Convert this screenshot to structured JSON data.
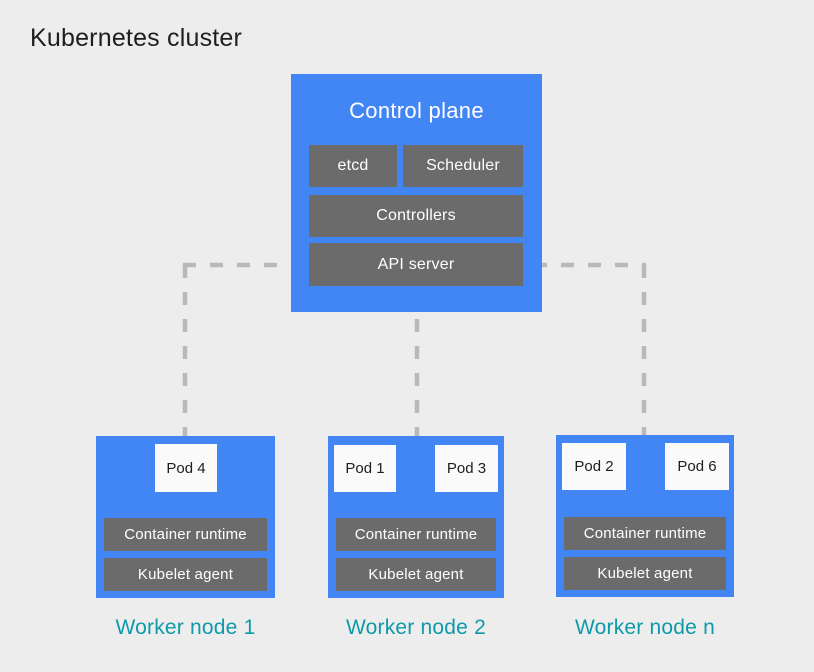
{
  "title": "Kubernetes cluster",
  "control_plane": {
    "label": "Control plane",
    "components": [
      "etcd",
      "Scheduler",
      "Controllers",
      "API server"
    ]
  },
  "worker_nodes": [
    {
      "label": "Worker node 1",
      "pods": [
        "Pod 4"
      ],
      "components": [
        "Container runtime",
        "Kubelet agent"
      ]
    },
    {
      "label": "Worker node 2",
      "pods": [
        "Pod 1",
        "Pod 3"
      ],
      "components": [
        "Container runtime",
        "Kubelet agent"
      ]
    },
    {
      "label": "Worker node n",
      "pods": [
        "Pod 2",
        "Pod 6"
      ],
      "components": [
        "Container runtime",
        "Kubelet agent"
      ]
    }
  ],
  "colors": {
    "background": "#EDEDED",
    "node_blue": "#4285F4",
    "component_gray": "#6B6B6B",
    "pod_background": "#FAFAFA",
    "worker_label_teal": "#0E9AA9",
    "connector_dash_gray": "#B9B9B9",
    "title_text": "#1E1E1E",
    "component_text": "#FFFFFF"
  }
}
